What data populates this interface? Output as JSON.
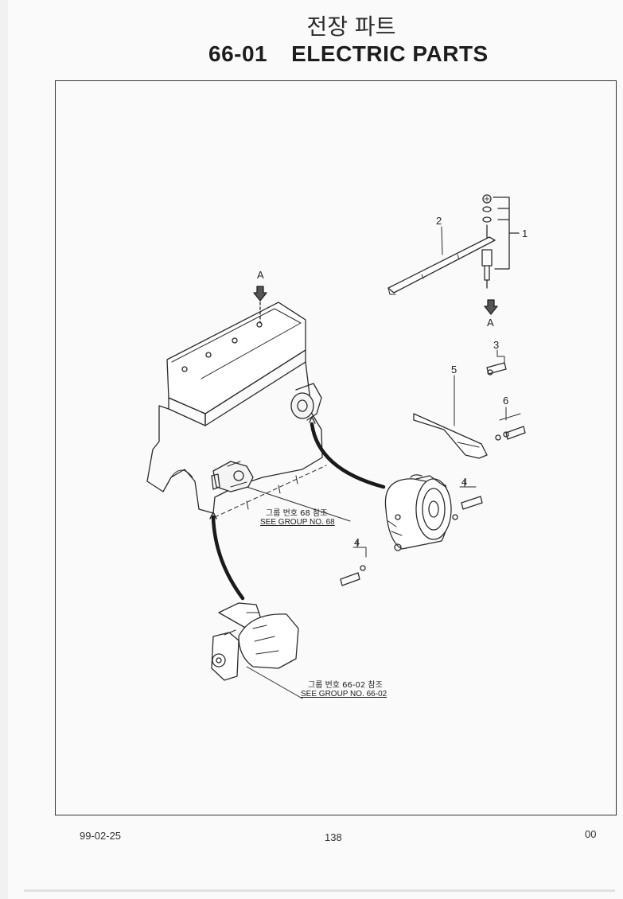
{
  "header": {
    "title_korean": "전장 파트",
    "group_number": "66-01",
    "title_english": "ELECTRIC PARTS"
  },
  "diagram": {
    "callouts": {
      "c1": "1",
      "c2": "2",
      "c3": "3",
      "c4a": "4",
      "c4b": "4",
      "c5": "5",
      "c6": "6",
      "arrow_top": "A",
      "arrow_bottom": "A"
    },
    "references": {
      "alternator": {
        "korean": "그룹 번호 68 참조",
        "english": "SEE GROUP NO. 68"
      },
      "starter": {
        "korean": "그룹 번호 66-02 참조",
        "english": "SEE GROUP NO. 66-02"
      }
    }
  },
  "footer": {
    "date": "99-02-25",
    "page_number": "138",
    "revision": "00"
  }
}
